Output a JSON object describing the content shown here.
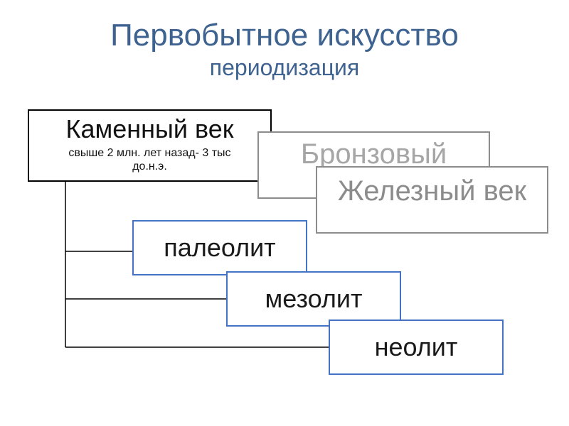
{
  "slide": {
    "title": "Первобытное искусство",
    "subtitle": "периодизация"
  },
  "diagram": {
    "stone_age": {
      "label": "Каменный век",
      "dates": "свыше 2 млн. лет назад- 3 тыс",
      "dates_line2": "до.н.э."
    },
    "bronze_age": {
      "label": "Бронзовый"
    },
    "iron_age": {
      "label": "Железный век"
    },
    "subperiods": [
      {
        "label": "палеолит"
      },
      {
        "label": "мезолит"
      },
      {
        "label": "неолит"
      }
    ]
  },
  "colors": {
    "title": "#3f6391",
    "subperiod_border": "#4472c4",
    "later_age_border": "#8c8c8c",
    "later_age_text": "#a6a6a6"
  }
}
